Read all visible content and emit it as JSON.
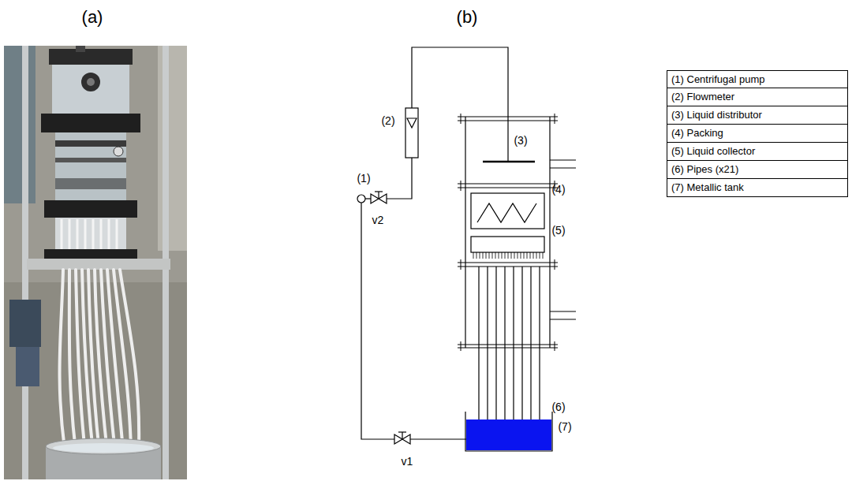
{
  "diagram": {
    "labels": [
      "(a)",
      "(b)",
      "(2)",
      "(3)",
      "(4)",
      "(5)",
      "(1)",
      "v2",
      "(6)",
      "(7)",
      "v1",
      "(1) Centrifugal pump",
      "(2) Flowmeter",
      "(3) Liquid distributor",
      "(4) Packing",
      "(5) Liquid collector",
      "(6) Pipes (x21)",
      "(7) Metallic tank"
    ]
  }
}
